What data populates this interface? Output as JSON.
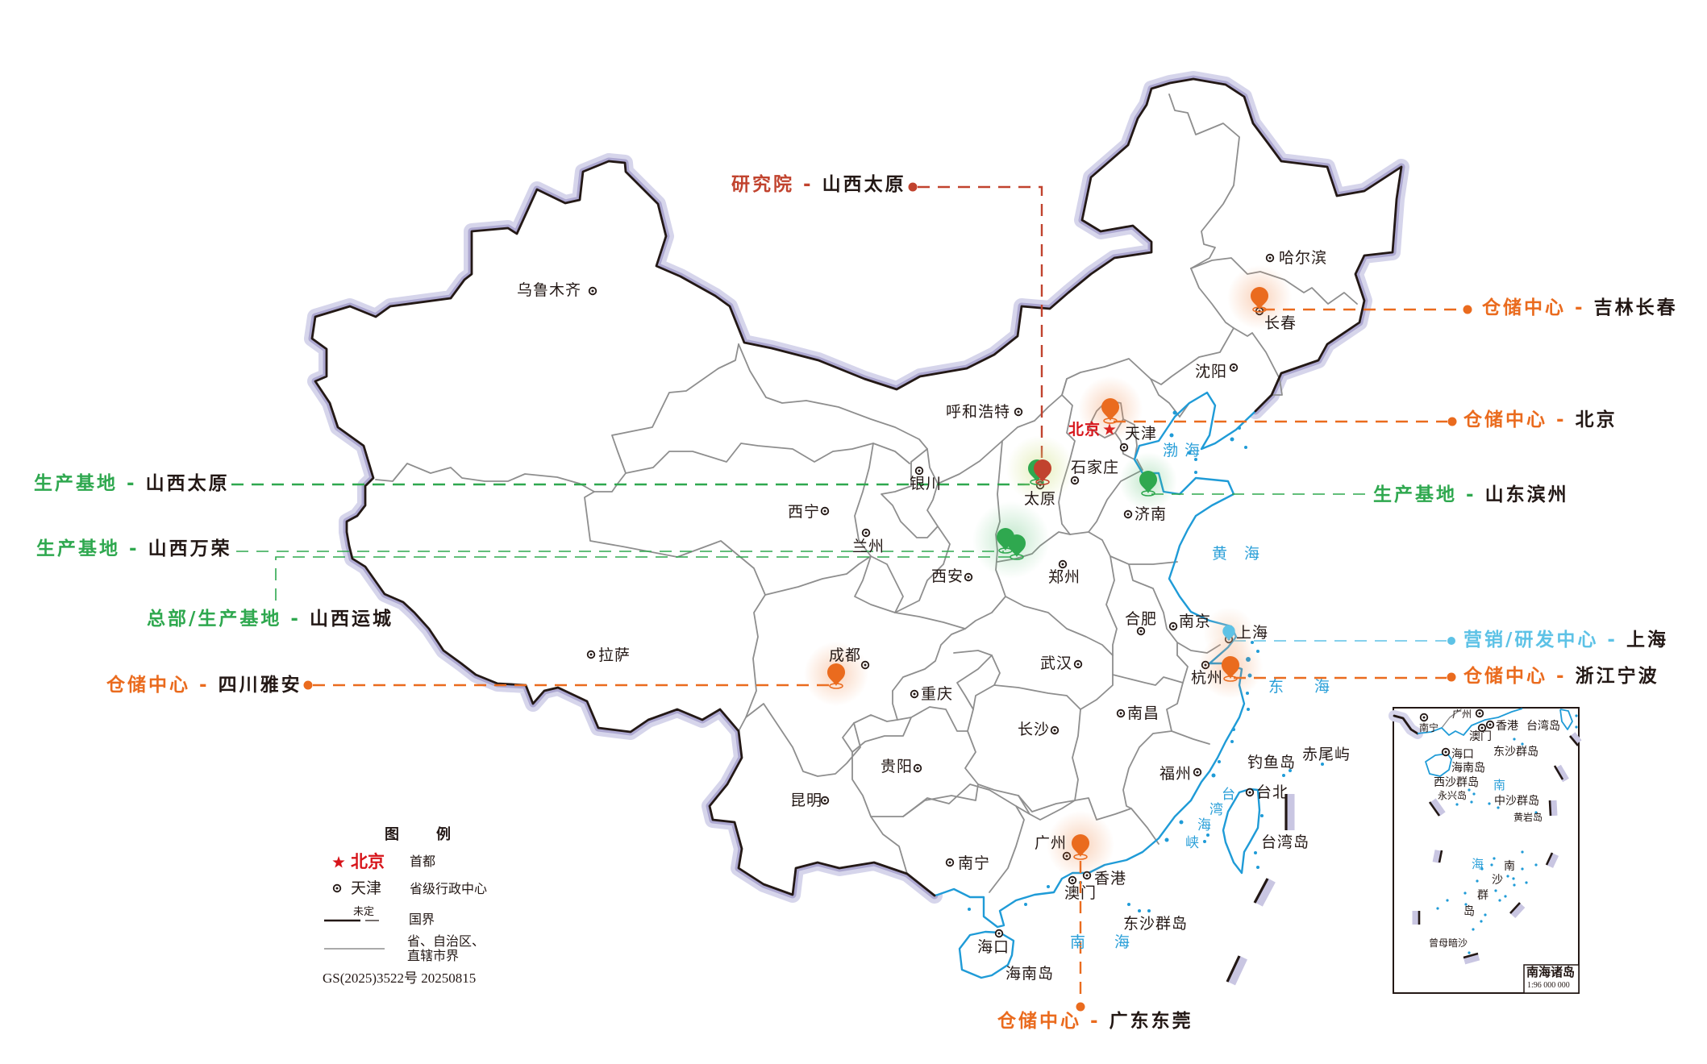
{
  "colors": {
    "research": "#C1432E",
    "production": "#2FA84F",
    "warehouse": "#EA6B1E",
    "sales_rd": "#5DC2E6",
    "capital": "#D7141A",
    "coastline": "#1F9BD7",
    "national_border": "#231815",
    "province_border": "#8E8E8E",
    "border_glow": "#C9C6E2"
  },
  "facilities": [
    {
      "id": "research-taiyuan",
      "category": "研究院",
      "separator": " - ",
      "location": "山西太原",
      "color": "#C1432E"
    },
    {
      "id": "production-taiyuan",
      "category": "生产基地",
      "separator": " - ",
      "location": "山西太原",
      "color": "#2FA84F"
    },
    {
      "id": "production-wanrong",
      "category": "生产基地",
      "separator": " - ",
      "location": "山西万荣",
      "color": "#2FA84F"
    },
    {
      "id": "hq-production-yuncheng",
      "category": "总部/生产基地",
      "separator": " - ",
      "location": "山西运城",
      "color": "#2FA84F"
    },
    {
      "id": "warehouse-yaan",
      "category": "仓储中心",
      "separator": " - ",
      "location": "四川雅安",
      "color": "#EA6B1E"
    },
    {
      "id": "warehouse-changchun",
      "category": "仓储中心",
      "separator": " - ",
      "location": "吉林长春",
      "color": "#EA6B1E"
    },
    {
      "id": "warehouse-beijing",
      "category": "仓储中心",
      "separator": " - ",
      "location": "北京",
      "color": "#EA6B1E"
    },
    {
      "id": "production-binzhou",
      "category": "生产基地",
      "separator": " - ",
      "location": "山东滨州",
      "color": "#2FA84F"
    },
    {
      "id": "sales-rd-shanghai",
      "category": "营销/研发中心",
      "separator": " - ",
      "location": "上海",
      "color": "#5DC2E6"
    },
    {
      "id": "warehouse-ningbo",
      "category": "仓储中心",
      "separator": " - ",
      "location": "浙江宁波",
      "color": "#EA6B1E"
    },
    {
      "id": "warehouse-dongguan",
      "category": "仓储中心",
      "separator": " - ",
      "location": "广东东莞",
      "color": "#EA6B1E"
    }
  ],
  "cities": {
    "urumqi": "乌鲁木齐",
    "harbin": "哈尔滨",
    "changchun": "长春",
    "shenyang": "沈阳",
    "hohhot": "呼和浩特",
    "beijing": "北京",
    "tianjin": "天津",
    "shijiazhuang": "石家庄",
    "taiyuan": "太原",
    "yinchuan": "银川",
    "xining": "西宁",
    "lanzhou": "兰州",
    "jinan": "济南",
    "xian": "西安",
    "zhengzhou": "郑州",
    "hefei": "合肥",
    "nanjing": "南京",
    "shanghai": "上海",
    "lhasa": "拉萨",
    "chengdu": "成都",
    "hangzhou": "杭州",
    "wuhan": "武汉",
    "chongqing": "重庆",
    "nanchang": "南昌",
    "changsha": "长沙",
    "guiyang": "贵阳",
    "fuzhou": "福州",
    "kunming": "昆明",
    "taipei": "台北",
    "guangzhou": "广州",
    "nanning": "南宁",
    "hongkong": "香港",
    "macau": "澳门",
    "haikou": "海口"
  },
  "islands": {
    "diaoyu": "钓鱼岛",
    "chiwei": "赤尾屿",
    "taiwan": "台湾岛",
    "hainan": "海南岛",
    "dongsha": "东沙群岛"
  },
  "seas": {
    "bohai": "渤海",
    "huanghai": "黄海",
    "donghai": "东海",
    "nanhai": "南海",
    "taiwan_strait": [
      "台",
      "湾",
      "海",
      "峡"
    ]
  },
  "legend": {
    "title": "图例",
    "capital_sample": "北京",
    "capital_desc": "首都",
    "provincial_sample": "天津",
    "provincial_desc": "省级行政中心",
    "undetermined": "未定",
    "national_border_desc": "国界",
    "province_border_desc_line1": "省、自治区、",
    "province_border_desc_line2": "直辖市界",
    "approval_number": "GS(2025)3522号 20250815"
  },
  "inset": {
    "title": "南海诸岛",
    "scale": "1:96 000 000",
    "labels": {
      "nanning": "南宁",
      "guangzhou": "广州",
      "hongkong": "香港",
      "macau": "澳门",
      "taiwan": "台湾岛",
      "haikou": "海口",
      "dongsha": "东沙群岛",
      "hainan": "海南岛",
      "xisha": "西沙群岛",
      "yongxing": "永兴岛",
      "zhongsha": "中沙群岛",
      "huangyan": "黄岩岛",
      "zengmu": "曾母暗沙"
    },
    "sea_chars": [
      "南",
      "海"
    ],
    "nansha_chars": [
      "南",
      "沙",
      "群",
      "岛"
    ]
  }
}
